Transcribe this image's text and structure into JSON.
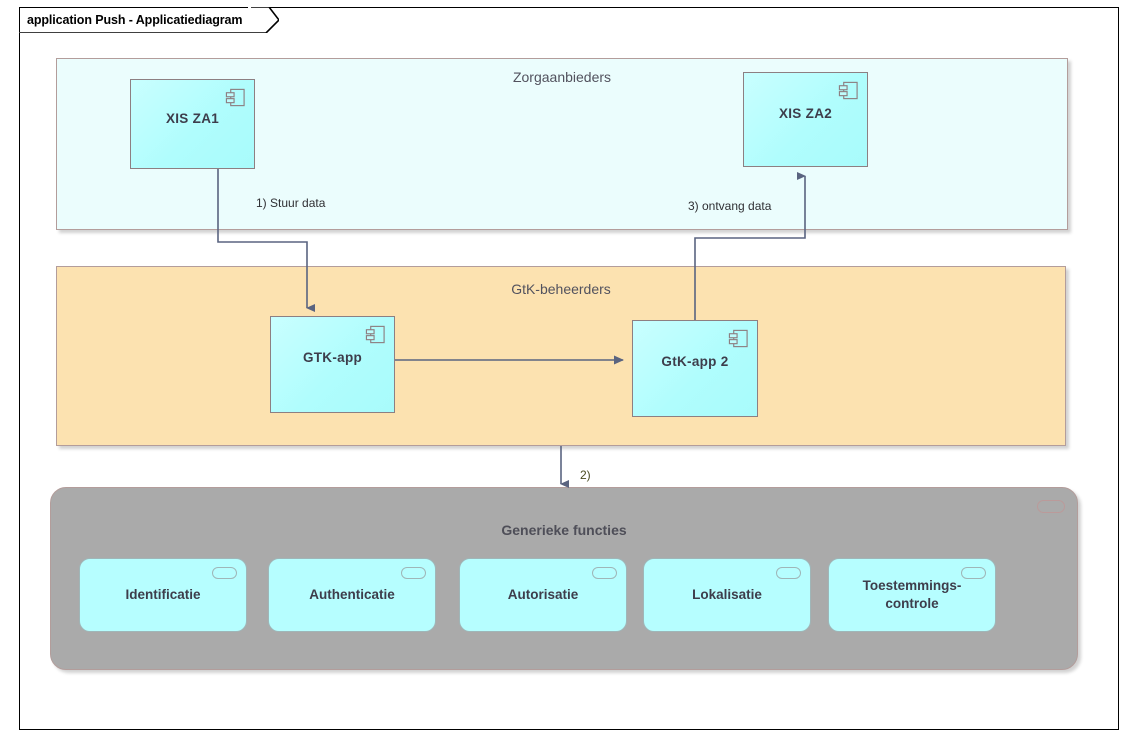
{
  "diagram": {
    "tab_label": "application Push - Applicatiediagram",
    "colors": {
      "component_fill": "#b0fdfd",
      "zorg_panel_fill": "#ebfdfd",
      "gtk_panel_fill": "#fce2b0",
      "generic_panel_fill": "#aaaaaa",
      "panel_border": "#b39d9b",
      "connector": "#5a6480",
      "label_text": "#3d3d4b"
    }
  },
  "panels": [
    {
      "id": "zorgaanbieders",
      "title": "Zorgaanbieders"
    },
    {
      "id": "gtk-beheerders",
      "title": "GtK-beheerders"
    },
    {
      "id": "generieke-functies",
      "title": "Generieke functies"
    }
  ],
  "components": [
    {
      "id": "xis-za1",
      "label": "XIS ZA1",
      "icon": "uml-component-icon"
    },
    {
      "id": "xis-za2",
      "label": "XIS ZA2",
      "icon": "uml-component-icon"
    },
    {
      "id": "gtk-app",
      "label": "GTK-app",
      "icon": "uml-component-icon"
    },
    {
      "id": "gtk-app-2",
      "label": "GtK-app 2",
      "icon": "uml-component-icon"
    }
  ],
  "services": [
    {
      "id": "identificatie",
      "label": "Identificatie"
    },
    {
      "id": "authenticatie",
      "label": "Authenticatie"
    },
    {
      "id": "autorisatie",
      "label": "Autorisatie"
    },
    {
      "id": "lokalisatie",
      "label": "Lokalisatie"
    },
    {
      "id": "toestemmingscontrole",
      "label": "Toestemmings-\ncontrole"
    }
  ],
  "connectors": [
    {
      "id": "stuur-data",
      "label": "1) Stuur data",
      "from": "xis-za1",
      "to": "gtk-app"
    },
    {
      "id": "gtk-to-gtk2",
      "label": "",
      "from": "gtk-app",
      "to": "gtk-app-2"
    },
    {
      "id": "ontvang-data",
      "label": "3) ontvang data",
      "from": "gtk-app-2",
      "to": "xis-za2"
    },
    {
      "id": "naar-generiek",
      "label": "2)",
      "from": "gtk-beheerders",
      "to": "generieke-functies"
    }
  ]
}
